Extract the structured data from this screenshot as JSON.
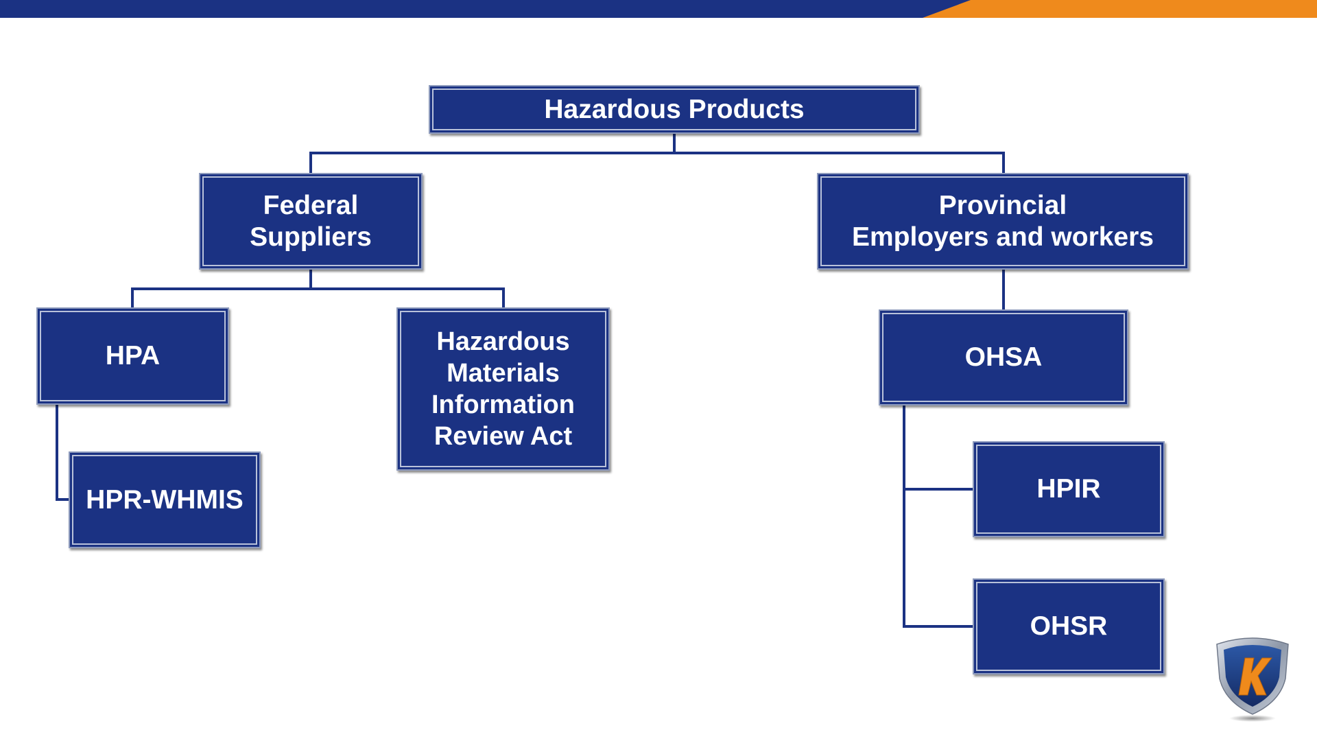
{
  "colors": {
    "top_bar_blue": "#1b3283",
    "top_bar_orange": "#ef8a1c",
    "node_fill": "#1b3283",
    "node_text": "#ffffff",
    "connector": "#1b3283"
  },
  "diagram": {
    "root": {
      "label": "Hazardous Products"
    },
    "federal": {
      "label": "Federal\nSuppliers"
    },
    "provincial": {
      "label": "Provincial\nEmployers and workers"
    },
    "hpa": {
      "label": "HPA"
    },
    "hpr_whmis": {
      "label": "HPR-WHMIS"
    },
    "hmira": {
      "label": "Hazardous\nMaterials\nInformation\nReview Act"
    },
    "ohsa": {
      "label": "OHSA"
    },
    "hpir": {
      "label": "HPIR"
    },
    "ohsr": {
      "label": "OHSR"
    }
  },
  "logo": {
    "icon": "shield-k-logo",
    "letter": "K"
  }
}
